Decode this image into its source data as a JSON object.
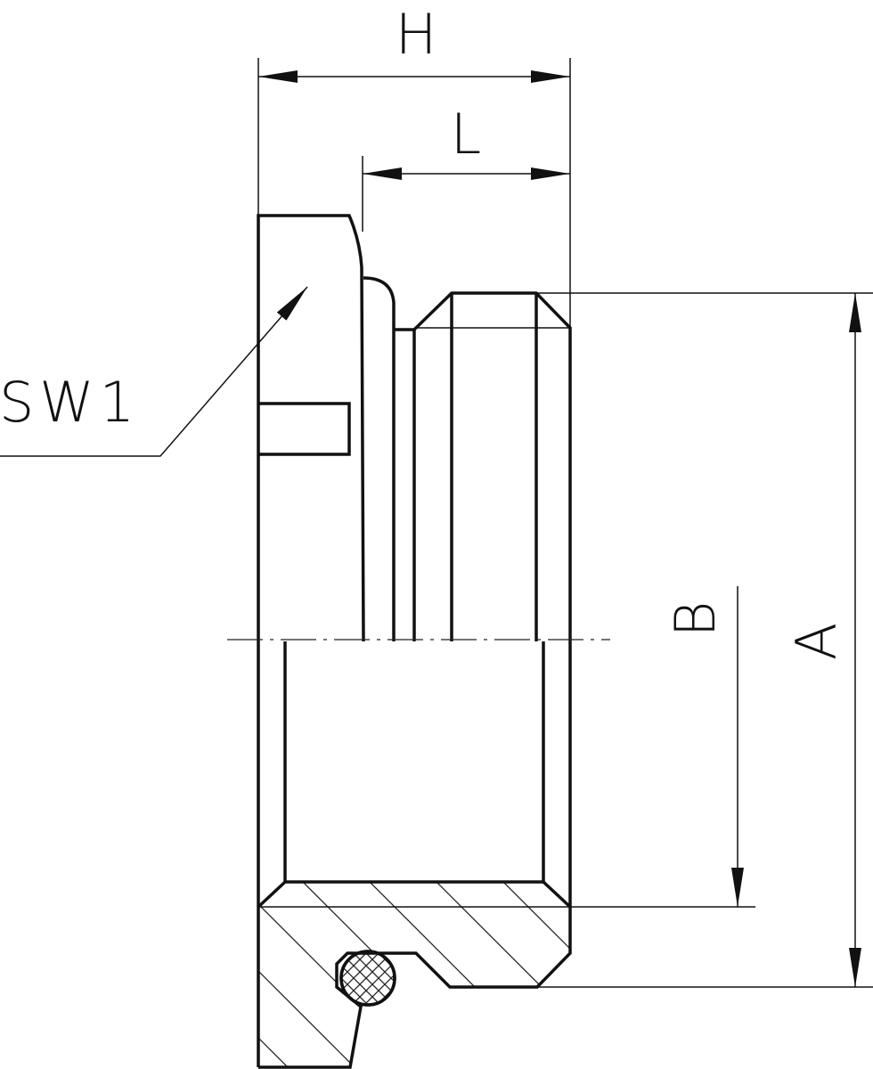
{
  "drawing": {
    "dimensions": {
      "H": "H",
      "L": "L",
      "A": "A",
      "B": "B",
      "SW1": "SW1"
    },
    "line_color": "#111111",
    "background": "#ffffff"
  }
}
